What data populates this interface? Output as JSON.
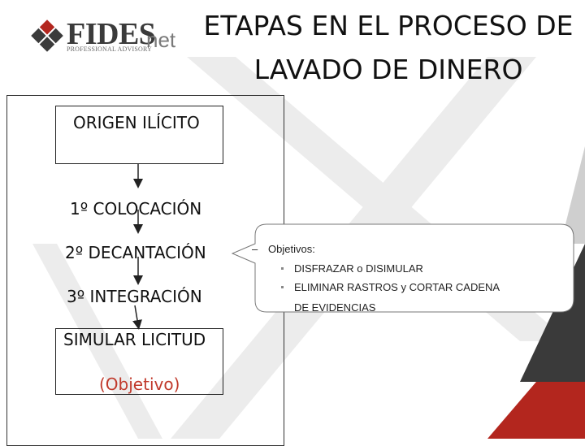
{
  "logo": {
    "word": "FIDES",
    "suffix": "net",
    "tagline": "PROFESSIONAL ADVISORY"
  },
  "title": {
    "line1": "ETAPAS EN EL PROCESO DE",
    "line2": "LAVADO DE DINERO"
  },
  "flow": {
    "origin": "ORIGEN ILÍCITO",
    "step1": "1º COLOCACIÓN",
    "step2": "2º DECANTACIÓN",
    "step3": "3º INTEGRACIÓN",
    "result": "SIMULAR LICITUD",
    "result_note": "(Objetivo)"
  },
  "callout": {
    "dash": "–",
    "heading": "Objetivos:",
    "items": [
      "DISFRAZAR o DISIMULAR",
      "ELIMINAR RASTROS y CORTAR CADENA"
    ],
    "item2_cont": "DE EVIDENCIAS"
  },
  "colors": {
    "accent_red": "#c0392b",
    "logo_red": "#b3261e",
    "dark": "#3b3b3b",
    "watermark": "#e6e6e6"
  }
}
